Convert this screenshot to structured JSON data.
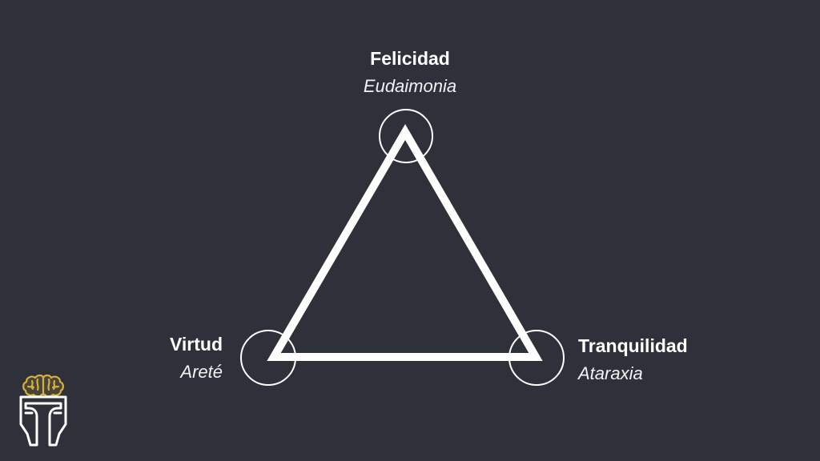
{
  "diagram": {
    "nodes": [
      {
        "id": "top",
        "name": "Felicidad",
        "sub": "Eudaimonia"
      },
      {
        "id": "left",
        "name": "Virtud",
        "sub": "Areté"
      },
      {
        "id": "right",
        "name": "Tranquilidad",
        "sub": "Ataraxia"
      }
    ]
  },
  "colors": {
    "background": "#2f313a",
    "line": "#ffffff",
    "logo_brain": "#d4b23a",
    "logo_helmet": "#ffffff"
  },
  "icons": {
    "logo": "brain-helmet-logo-icon"
  }
}
